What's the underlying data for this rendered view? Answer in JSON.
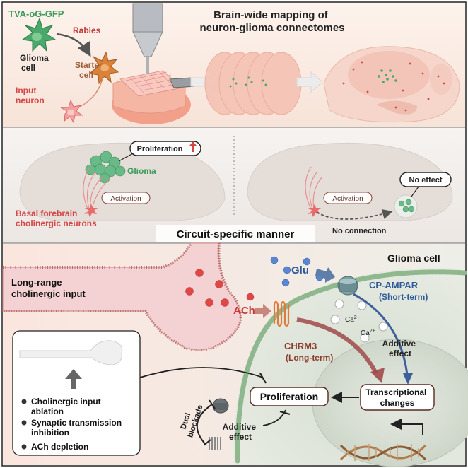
{
  "panel1": {
    "label_tva": "TVA-oG-GFP",
    "label_glioma_cell": [
      "Glioma",
      "cell"
    ],
    "label_rabies": "Rabies",
    "label_starter": [
      "Starter",
      "cell"
    ],
    "label_input": [
      "Input",
      "neuron"
    ],
    "title": [
      "Brain-wide mapping of",
      "neuron-glioma connectomes"
    ]
  },
  "panel2": {
    "proliferation": "Proliferation",
    "glioma": "Glioma",
    "activation_left": "Activation",
    "basal": [
      "Basal forebrain",
      "cholinergic neurons"
    ],
    "activation_right": "Activation",
    "no_effect": "No effect",
    "no_connection": "No connection",
    "circuit": "Circuit-specific manner"
  },
  "panel3": {
    "glioma_cell": "Glioma cell",
    "long_range": [
      "Long-range",
      "cholinergic input"
    ],
    "glu": "Glu",
    "ach": "ACh",
    "cp_ampar": "CP-AMPAR",
    "short_term": "(Short-term)",
    "ca1": "Ca",
    "ca2": "Ca",
    "ca_sup": "2+",
    "chrm3": "CHRM3",
    "long_term": "(Long-term)",
    "additive1": [
      "Additive",
      "effect"
    ],
    "proliferation": "Proliferation",
    "transcriptional": [
      "Transcriptional",
      "changes"
    ],
    "dual": [
      "Dual",
      "blockade"
    ],
    "additive2": [
      "Additive",
      "effect"
    ],
    "inhibitions": [
      "Cholinergic input",
      "ablation",
      "Synaptic transmission",
      "inhibition",
      "ACh depletion"
    ]
  },
  "colors": {
    "panel_bg": "#fbeee6",
    "panel2_bg": "#f3f0ee",
    "green": "#3c9a5a",
    "red": "#d64545",
    "brown": "#8c3a2a",
    "blue": "#2f5a9a",
    "dark": "#222222"
  }
}
